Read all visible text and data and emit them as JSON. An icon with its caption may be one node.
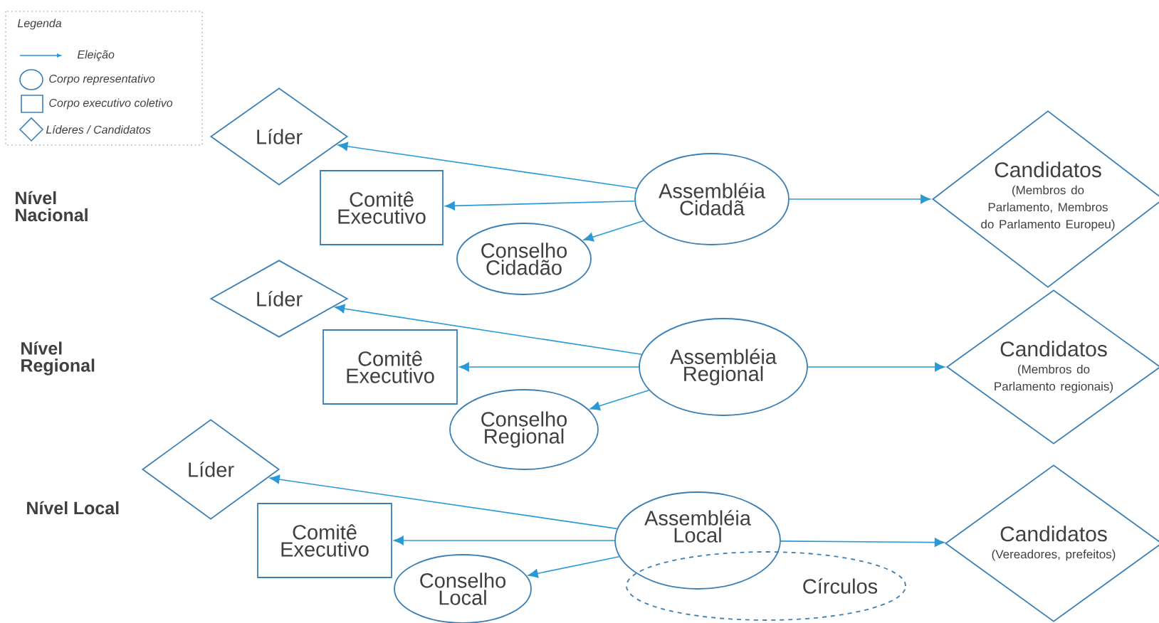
{
  "diagram": {
    "nodes": [
      {
        "text": [
          "Líder"
        ]
      },
      {
        "text": [
          "Comitê Executivo"
        ]
      },
      {
        "text": [
          "Conselho Cidadão"
        ]
      },
      {
        "text": [
          "Assembléia Cidadã"
        ]
      },
      {
        "text": [
          "Candidatos",
          "(Membros do Parlamento, Membros do Parlamento Europeu)"
        ]
      },
      {
        "text": [
          "Líder"
        ]
      },
      {
        "text": [
          "Comitê Executivo"
        ]
      },
      {
        "text": [
          "Conselho Regional"
        ]
      },
      {
        "text": [
          "Assembléia Regional"
        ]
      },
      {
        "text": [
          "Candidatos",
          "(Membros do Parlamento regionais)"
        ]
      },
      {
        "text": [
          "Líder"
        ]
      },
      {
        "text": [
          "Comitê Executivo"
        ]
      },
      {
        "text": [
          "Conselho Local"
        ]
      },
      {
        "text": [
          "Assembléia Local"
        ]
      },
      {
        "text": [
          "Círculos"
        ]
      },
      {
        "text": [
          "Candidatos",
          "(Vereadores, prefeitos)"
        ]
      }
    ],
    "edges": [
      {
        "from": 3,
        "to": 0,
        "arrow": "to"
      },
      {
        "from": 3,
        "to": 1,
        "arrow": "to"
      },
      {
        "from": 3,
        "to": 2,
        "arrow": "to"
      },
      {
        "from": 3,
        "to": 4,
        "arrow": "to"
      },
      {
        "from": 8,
        "to": 5,
        "arrow": "to"
      },
      {
        "from": 8,
        "to": 6,
        "arrow": "to"
      },
      {
        "from": 8,
        "to": 7,
        "arrow": "to"
      },
      {
        "from": 8,
        "to": 9,
        "arrow": "to"
      },
      {
        "from": 13,
        "to": 10,
        "arrow": "to"
      },
      {
        "from": 13,
        "to": 11,
        "arrow": "to"
      },
      {
        "from": 13,
        "to": 12,
        "arrow": "to"
      },
      {
        "from": 13,
        "to": 15,
        "arrow": "to"
      }
    ],
    "labels": [
      "Legenda",
      "Nível Nacional",
      "Nível Regional",
      "Nível Local"
    ],
    "legend": [
      {
        "text": "Eleição"
      },
      {
        "text": "Corpo representativo"
      },
      {
        "text": "Corpo executivo coletivo"
      },
      {
        "text": "Líderes / Candidatos"
      }
    ]
  }
}
